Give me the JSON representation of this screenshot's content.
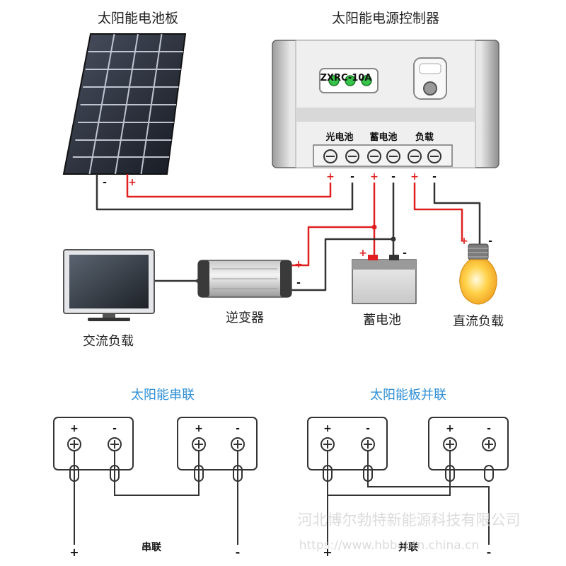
{
  "top": {
    "solar_panel_label": "太阳能电池板",
    "controller_label": "太阳能电源控制器",
    "controller_model": "ZXRC-10A",
    "terminal_groups": [
      "光电池",
      "蓄电池",
      "负载"
    ],
    "panel_minus": "-",
    "panel_plus": "+",
    "terminal_signs": [
      "+",
      "-",
      "+",
      "-",
      "+",
      "-"
    ],
    "monitor_label": "交流负载",
    "inverter_label": "逆变器",
    "battery_label": "蓄电池",
    "bulb_label": "直流负载",
    "battery_plus": "+",
    "battery_minus": "-",
    "inverter_plus": "+",
    "inverter_minus": "-",
    "bulb_plus": "+",
    "bulb_minus": "-"
  },
  "bottom": {
    "series_title": "太阳能串联",
    "parallel_title": "太阳能板并联",
    "series_label": "串联",
    "parallel_label": "并联",
    "panel_plus": "+",
    "panel_minus": "-",
    "out_plus": "+",
    "out_minus": "-"
  },
  "watermark": {
    "company": "河北博尔勃特新能源科技有限公司",
    "url": "https://www.hbbebtn.china.cn"
  },
  "colors": {
    "wire_red": "#e02020",
    "wire_dark": "#333333",
    "title_blue": "#2f8fd6",
    "panel_blue": "#2a2f3a",
    "led_green": "#36c44a"
  }
}
